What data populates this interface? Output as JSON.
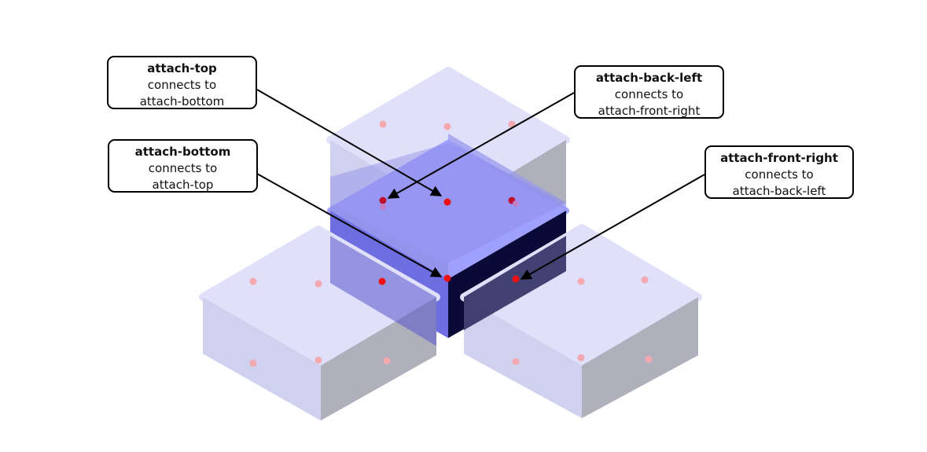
{
  "callouts": [
    {
      "id": "attach-top",
      "title": "attach-top",
      "line1": "connects to",
      "line2": "attach-bottom"
    },
    {
      "id": "attach-bottom",
      "title": "attach-bottom",
      "line1": "connects to",
      "line2": "attach-top"
    },
    {
      "id": "attach-back-left",
      "title": "attach-back-left",
      "line1": "connects to",
      "line2": "attach-front-right"
    },
    {
      "id": "attach-front-right",
      "title": "attach-front-right",
      "line1": "connects to",
      "line2": "attach-back-left"
    }
  ],
  "colors": {
    "ghost_top": "#e0e0fb",
    "ghost_left": "#d0d0ef",
    "ghost_right": "#b0b0bd",
    "center_top": "#a0a0ff",
    "center_left": "#6e6ee0",
    "center_right": "#0a0a36",
    "stacked_top": "#9a9aef",
    "attach_point": "#ee1111",
    "ghost_point": "#f4a8b0"
  }
}
